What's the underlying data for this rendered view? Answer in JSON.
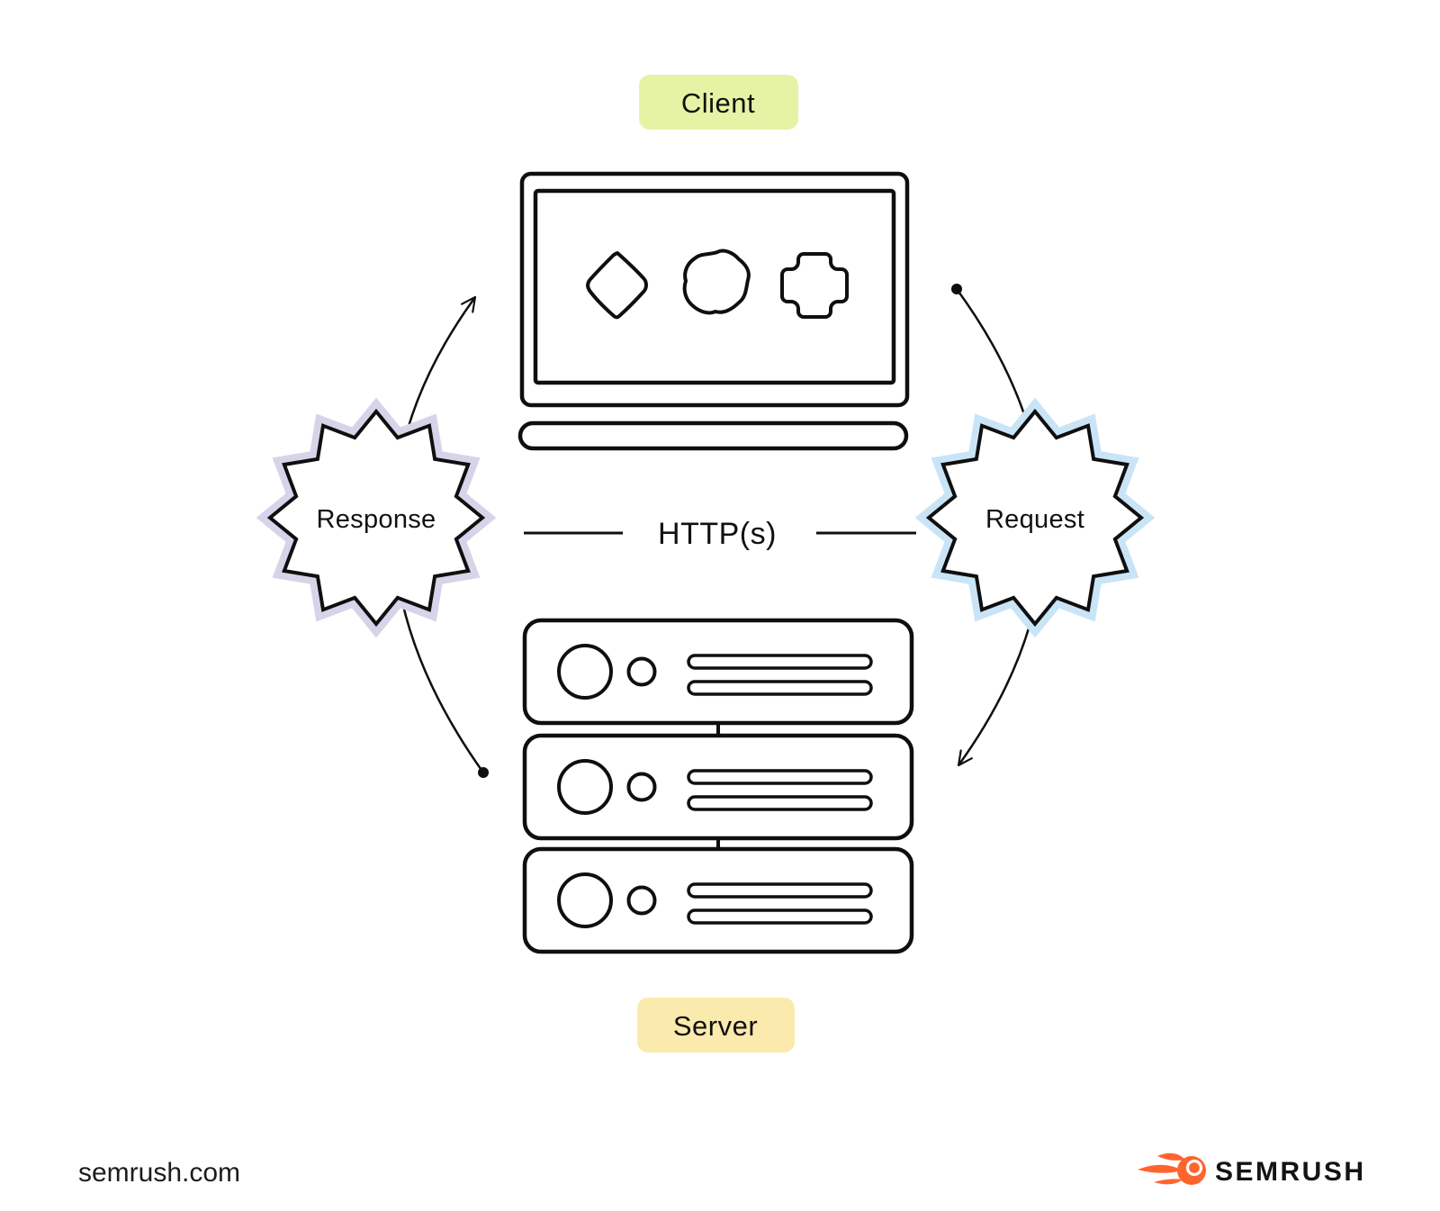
{
  "diagram": {
    "client_badge": "Client",
    "server_badge": "Server",
    "response_burst": "Response",
    "request_burst": "Request",
    "protocol": "HTTP(s)"
  },
  "footer": {
    "site_url": "semrush.com",
    "brand_wordmark": "SEMRUSH"
  },
  "icons": {
    "brand": "semrush-flame-icon",
    "client_illustration": "laptop-icon",
    "server_illustration": "server-stack-icon"
  },
  "colors": {
    "background": "#ffffff",
    "ink": "#0f0f0f",
    "client_badge": "#e6f3a4",
    "server_badge": "#fbeaae",
    "response_glow": "#d9d3e9",
    "request_glow": "#c9e4f6",
    "brand_orange": "#ff642d",
    "wordmark_ink": "#141414"
  }
}
